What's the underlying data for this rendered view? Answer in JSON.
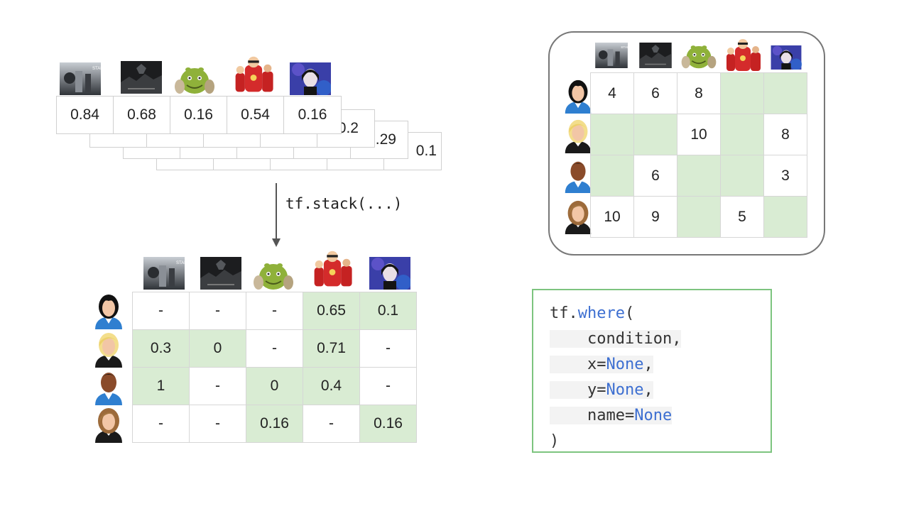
{
  "stack": {
    "front_values": [
      "0.84",
      "0.68",
      "0.16",
      "0.54",
      "0.16"
    ],
    "layer2_visible": "0.2",
    "layer3_visible": ".29",
    "layer4_visible": "0.1",
    "op_label": "tf.stack(...)"
  },
  "movies": [
    "star-wars",
    "dark-knight-rises",
    "shrek",
    "incredibles",
    "memento"
  ],
  "bottom_grid": [
    [
      {
        "v": "-",
        "g": false
      },
      {
        "v": "-",
        "g": false
      },
      {
        "v": "-",
        "g": false
      },
      {
        "v": "0.65",
        "g": true
      },
      {
        "v": "0.1",
        "g": true
      }
    ],
    [
      {
        "v": "0.3",
        "g": true
      },
      {
        "v": "0",
        "g": true
      },
      {
        "v": "-",
        "g": false
      },
      {
        "v": "0.71",
        "g": true
      },
      {
        "v": "-",
        "g": false
      }
    ],
    [
      {
        "v": "1",
        "g": true
      },
      {
        "v": "-",
        "g": false
      },
      {
        "v": "0",
        "g": true
      },
      {
        "v": "0.4",
        "g": true
      },
      {
        "v": "-",
        "g": false
      }
    ],
    [
      {
        "v": "-",
        "g": false
      },
      {
        "v": "-",
        "g": false
      },
      {
        "v": "0.16",
        "g": true
      },
      {
        "v": "-",
        "g": false
      },
      {
        "v": "0.16",
        "g": true
      }
    ]
  ],
  "top_grid": [
    [
      {
        "v": "4",
        "g": false
      },
      {
        "v": "6",
        "g": false
      },
      {
        "v": "8",
        "g": false
      },
      {
        "v": "",
        "g": true
      },
      {
        "v": "",
        "g": true
      }
    ],
    [
      {
        "v": "",
        "g": true
      },
      {
        "v": "",
        "g": true
      },
      {
        "v": "10",
        "g": false
      },
      {
        "v": "",
        "g": true
      },
      {
        "v": "8",
        "g": false
      }
    ],
    [
      {
        "v": "",
        "g": true
      },
      {
        "v": "6",
        "g": false
      },
      {
        "v": "",
        "g": true
      },
      {
        "v": "",
        "g": true
      },
      {
        "v": "3",
        "g": false
      }
    ],
    [
      {
        "v": "10",
        "g": false
      },
      {
        "v": "9",
        "g": false
      },
      {
        "v": "",
        "g": true
      },
      {
        "v": "5",
        "g": false
      },
      {
        "v": "",
        "g": true
      }
    ]
  ],
  "code": {
    "fn_prefix": "tf.",
    "fn_name": "where",
    "open": "(",
    "arg1": "condition,",
    "arg2_key": "x=",
    "arg3_key": "y=",
    "arg4_key": "name=",
    "none_value": "None",
    "comma": ",",
    "close": ")"
  },
  "colors": {
    "highlight": "#d9ecd3",
    "code_border": "#7dc47f",
    "keyword": "#3d6fd1"
  }
}
